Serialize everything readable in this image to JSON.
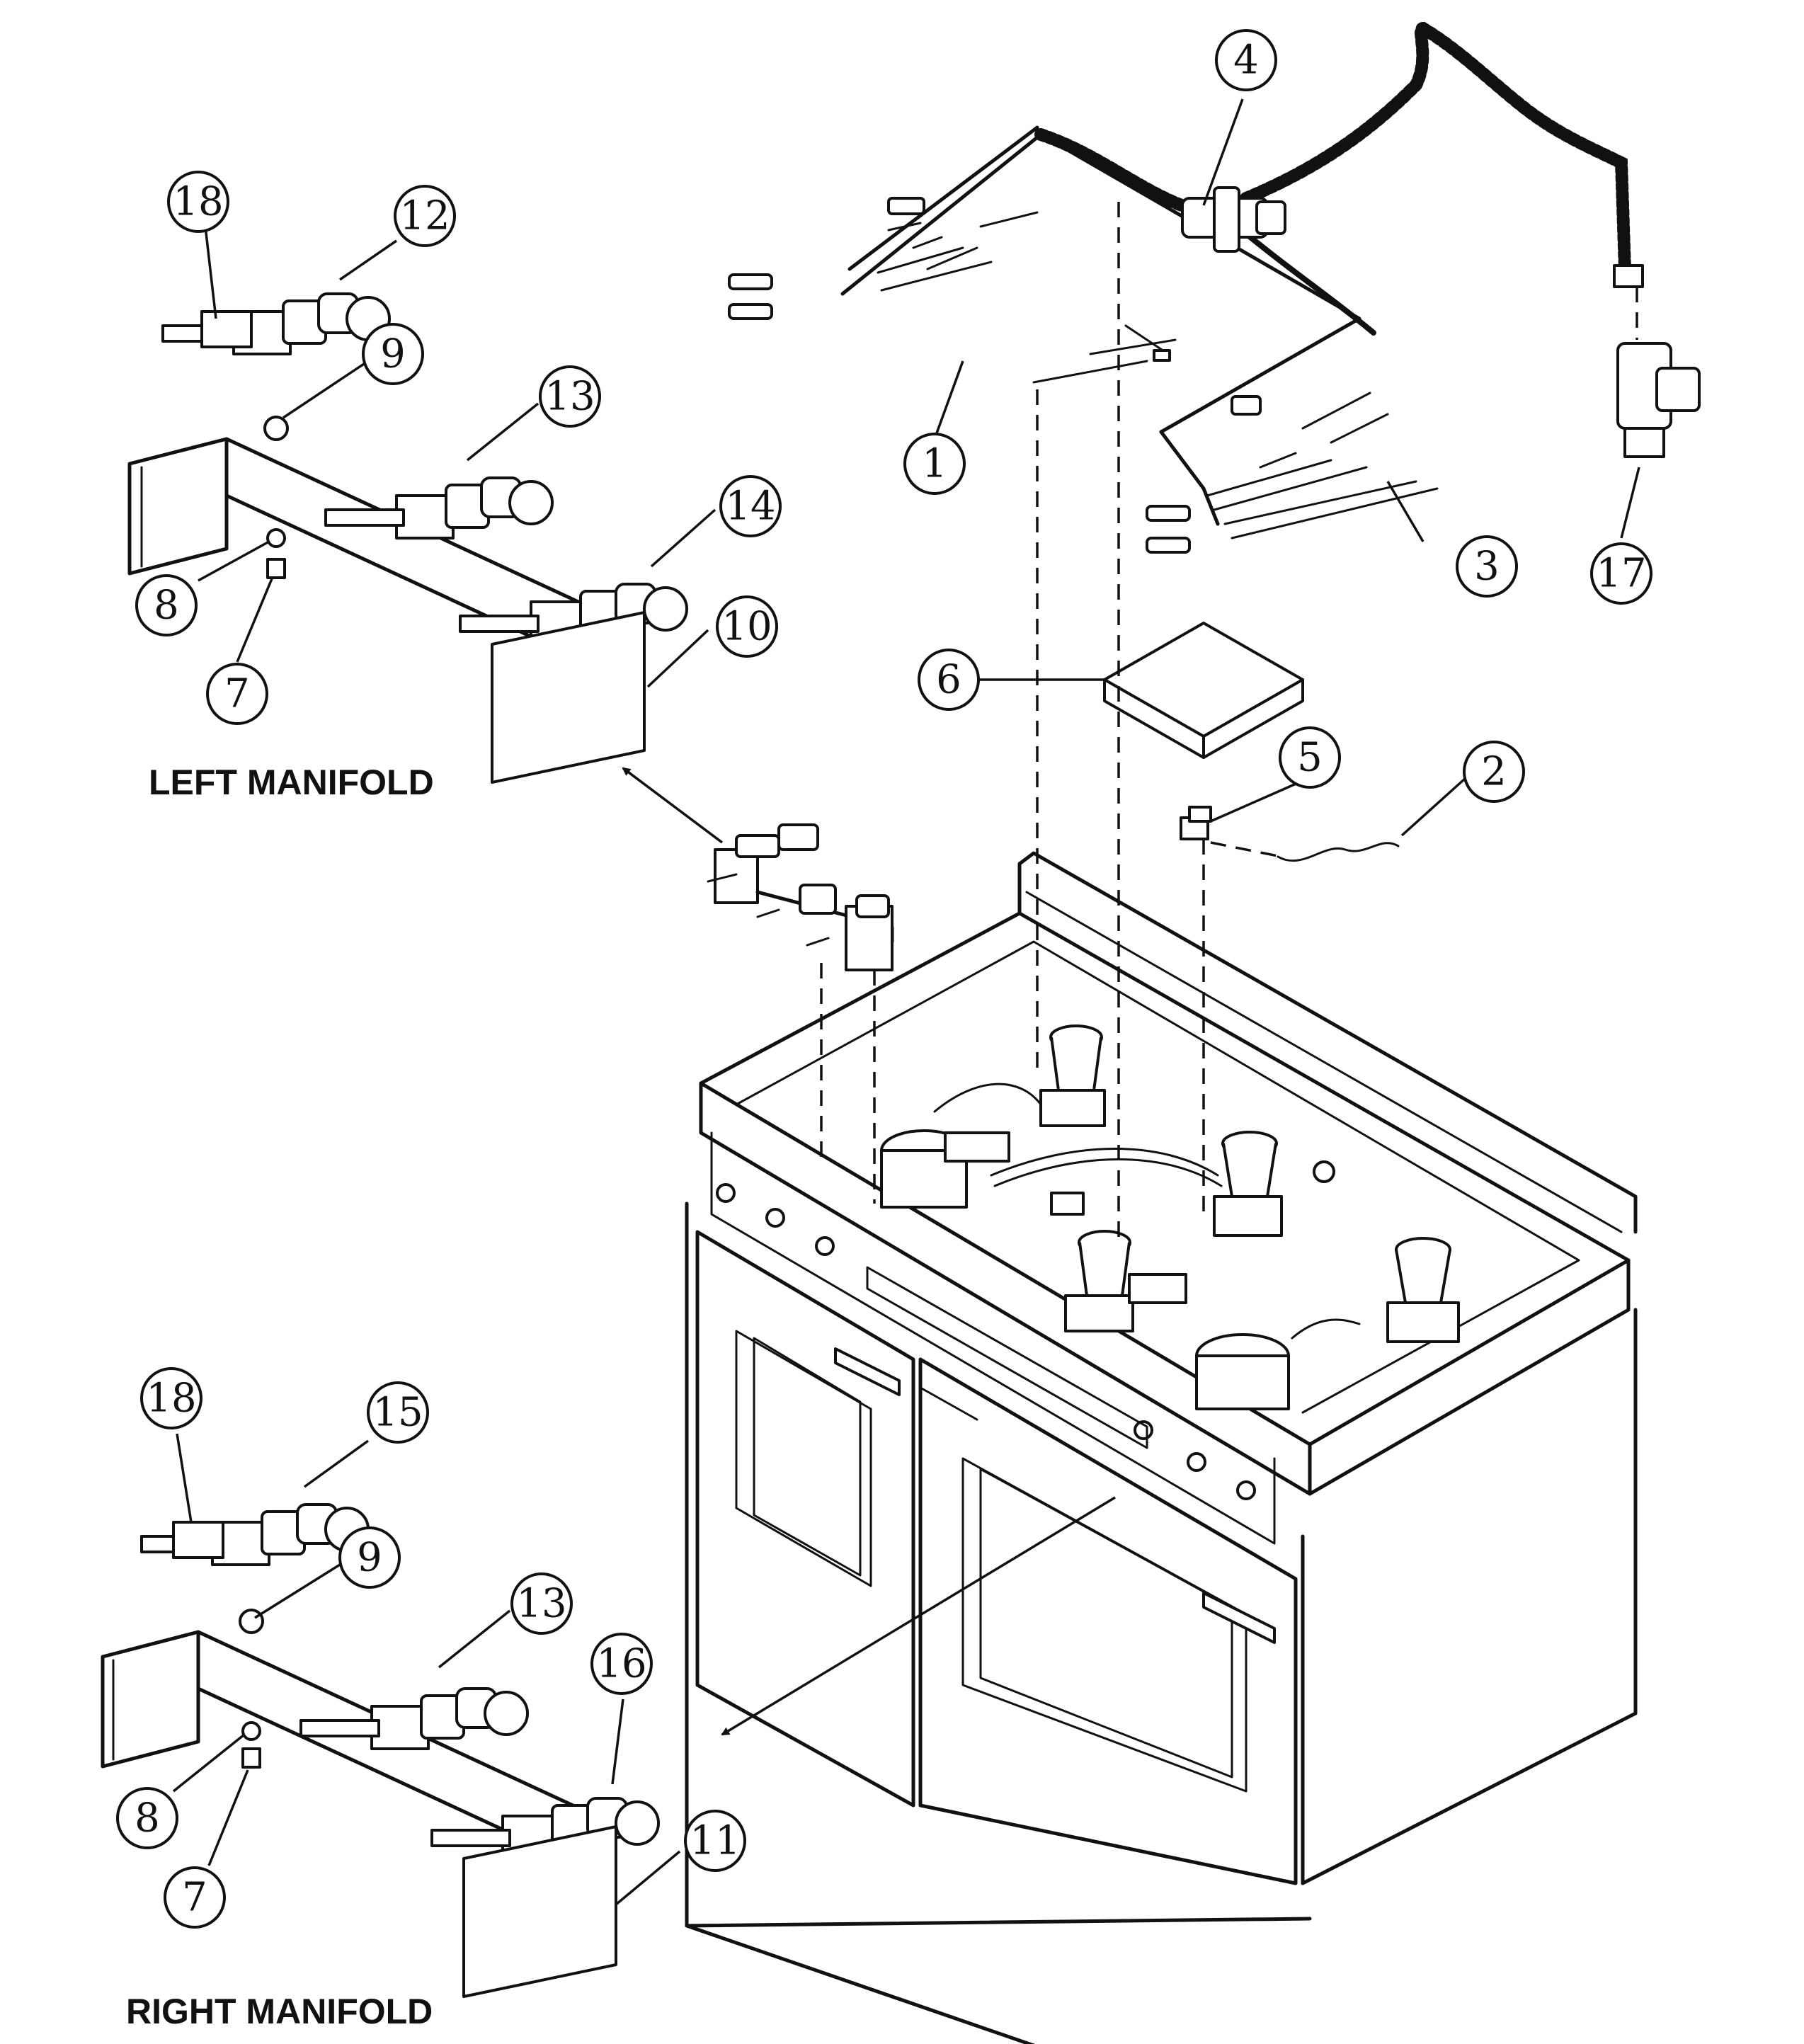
{
  "labels": {
    "left_manifold": "LEFT MANIFOLD",
    "right_manifold": "RIGHT MANIFOLD"
  },
  "callouts": {
    "c1": "1",
    "c2": "2",
    "c3": "3",
    "c4": "4",
    "c5": "5",
    "c6": "6",
    "c17": "17",
    "lm_18": "18",
    "lm_12": "12",
    "lm_9": "9",
    "lm_13": "13",
    "lm_14": "14",
    "lm_10": "10",
    "lm_8": "8",
    "lm_7": "7",
    "rm_18": "18",
    "rm_15": "15",
    "rm_9": "9",
    "rm_13": "13",
    "rm_16": "16",
    "rm_11": "11",
    "rm_8": "8",
    "rm_7": "7"
  }
}
